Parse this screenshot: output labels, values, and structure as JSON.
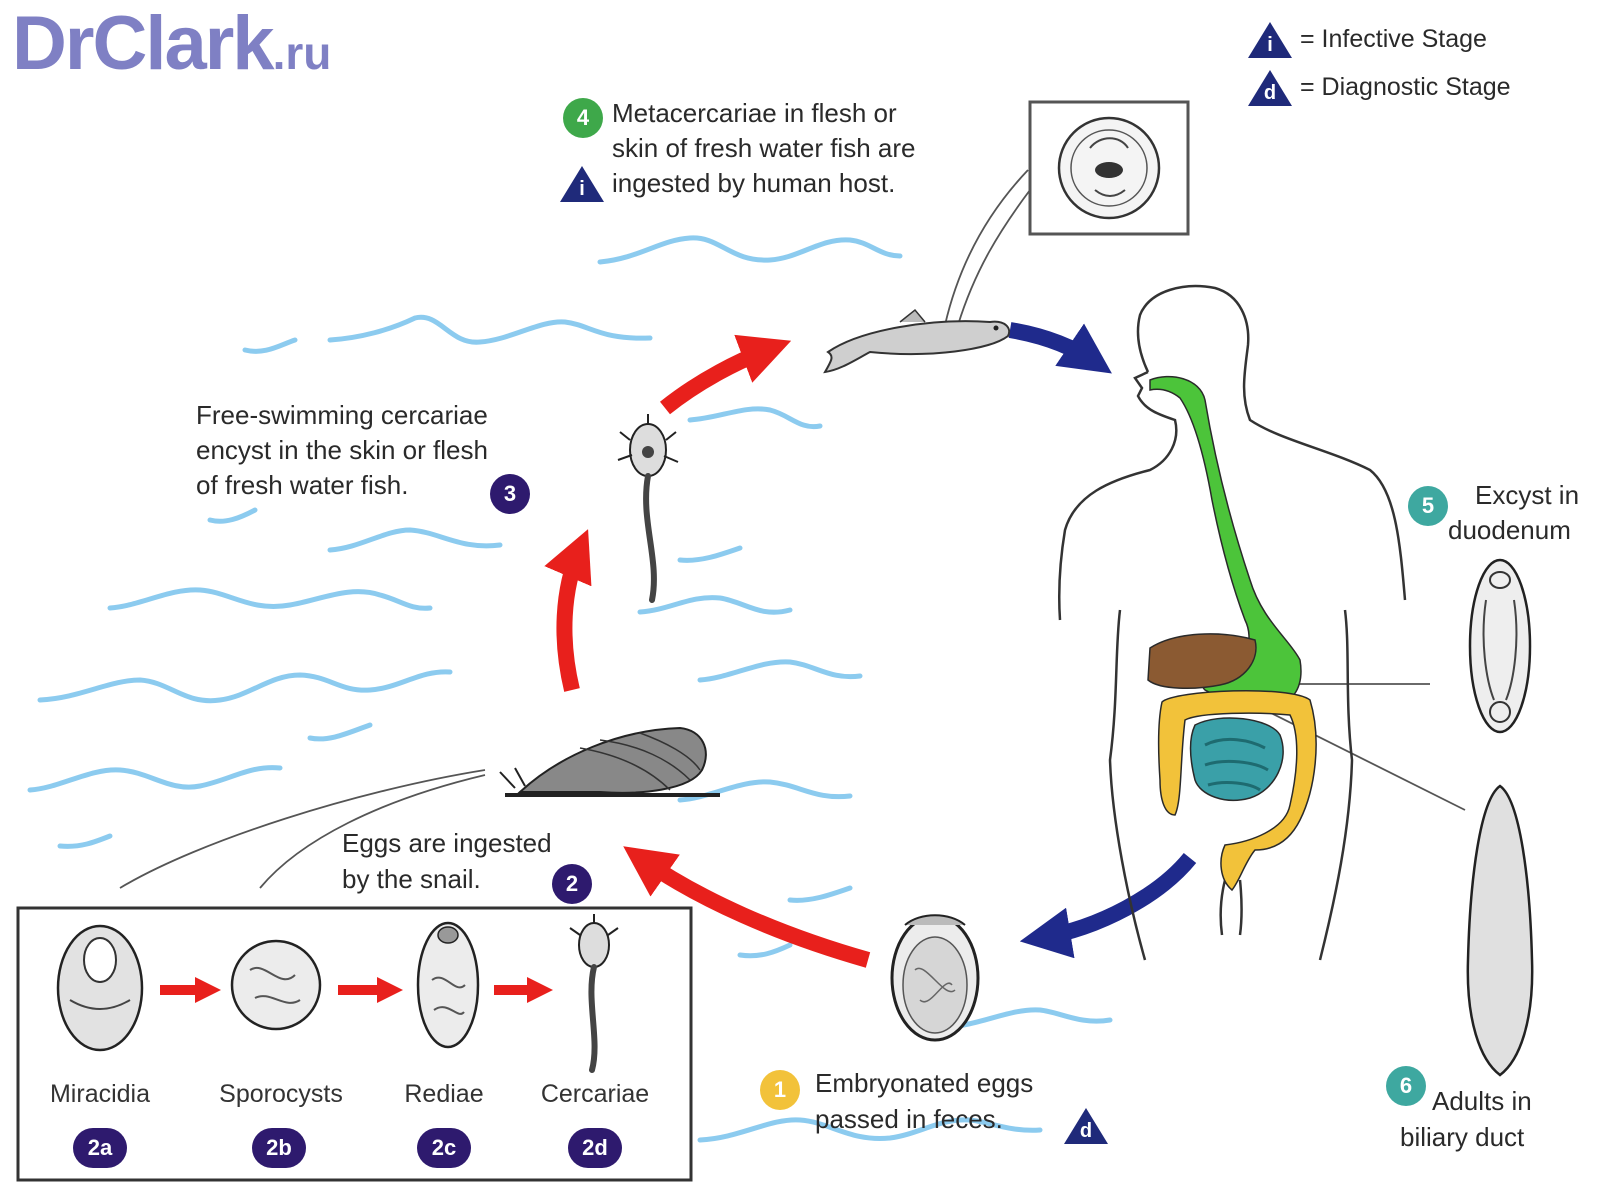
{
  "logo": {
    "main": "DrClark",
    "tld": ".ru"
  },
  "legend": {
    "infective_symbol": "i",
    "infective_label": "= Infective Stage",
    "diagnostic_symbol": "d",
    "diagnostic_label": "= Diagnostic Stage"
  },
  "steps": {
    "s1": {
      "badge": "1",
      "line1": "Embryonated eggs",
      "line2": "passed in feces."
    },
    "s2": {
      "badge": "2",
      "line1": "Eggs are ingested",
      "line2": "by the snail."
    },
    "s3": {
      "badge": "3",
      "line1": "Free-swimming cercariae",
      "line2": "encyst in the skin or flesh",
      "line3": "of fresh water fish."
    },
    "s4": {
      "badge": "4",
      "line1": "Metacercariae in flesh or",
      "line2": "skin of fresh water fish are",
      "line3": "ingested by human host."
    },
    "s5": {
      "badge": "5",
      "line1": "Excyst in",
      "line2": "duodenum"
    },
    "s6": {
      "badge": "6",
      "line1": "Adults in",
      "line2": "biliary duct"
    }
  },
  "snail_stages": [
    {
      "label": "Miracidia",
      "badge": "2a"
    },
    {
      "label": "Sporocysts",
      "badge": "2b"
    },
    {
      "label": "Rediae",
      "badge": "2c"
    },
    {
      "label": "Cercariae",
      "badge": "2d"
    }
  ],
  "colors": {
    "logo": "#7f80c4",
    "arrow_red": "#e8201c",
    "arrow_blue": "#1f2a8c",
    "water": "#7ec3ec",
    "badge_purple": "#2e1a6e",
    "badge_green": "#3ea84a",
    "badge_teal": "#3ea8a0",
    "badge_yellow": "#f2c23a",
    "legend_triangle": "#1f2a7a",
    "esophagus": "#4cc43a",
    "liver": "#8b5a32",
    "colon": "#f2c23a",
    "small_intestine": "#3aa0a8"
  }
}
